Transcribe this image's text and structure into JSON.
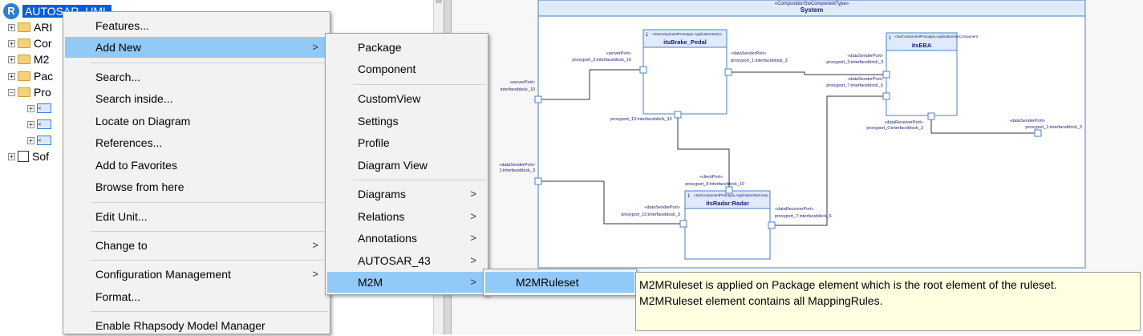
{
  "tree": {
    "root": "AUTOSAR_UML",
    "items": [
      {
        "label": "ARI"
      },
      {
        "label": "Cor"
      },
      {
        "label": "M2"
      },
      {
        "label": "Pac"
      },
      {
        "label": "Pro"
      },
      {
        "label": "Sof"
      }
    ],
    "sub_box_label": "«"
  },
  "main_menu": {
    "items": [
      {
        "label": "Features..."
      },
      {
        "label": "Add New",
        "submenu": true
      },
      {
        "label": "Search..."
      },
      {
        "label": "Search inside..."
      },
      {
        "label": "Locate on Diagram"
      },
      {
        "label": "References..."
      },
      {
        "label": "Add to Favorites"
      },
      {
        "label": "Browse from here"
      },
      {
        "label": "Edit Unit..."
      },
      {
        "label": "Change to",
        "submenu": true
      },
      {
        "label": "Configuration Management",
        "submenu": true
      },
      {
        "label": "Format..."
      },
      {
        "label": "Enable Rhapsody Model Manager"
      }
    ]
  },
  "add_new_menu": {
    "items": [
      {
        "label": "Package"
      },
      {
        "label": "Component"
      },
      {
        "label": "CustomView"
      },
      {
        "label": "Settings"
      },
      {
        "label": "Profile"
      },
      {
        "label": "Diagram View"
      },
      {
        "label": "Diagrams",
        "submenu": true
      },
      {
        "label": "Relations",
        "submenu": true
      },
      {
        "label": "Annotations",
        "submenu": true
      },
      {
        "label": "AUTOSAR_43",
        "submenu": true
      },
      {
        "label": "M2M",
        "submenu": true
      }
    ]
  },
  "m2m_menu": {
    "items": [
      {
        "label": "M2MRuleset"
      }
    ]
  },
  "tooltip": {
    "line1": "M2MRuleset is applied on Package element which is the root element of the ruleset.",
    "line2": "M2MRuleset element contains all MappingRules."
  },
  "diagram": {
    "system_stereotype": "«CompositionSwComponentType»",
    "system_name": "System",
    "parts": [
      {
        "index": "1",
        "stereotype": "«SwComponentPrototype,ApplicationSwCo",
        "name": "itsBrake_Pedal"
      },
      {
        "index": "1",
        "stereotype": "«SwComponentPrototype,ApplicationSwComponent",
        "name": "itsEBA"
      },
      {
        "index": "1",
        "stereotype": "«SwComponentPrototype,ApplicationSwComp",
        "name": "itsRadar:Radar"
      }
    ],
    "port_labels": [
      {
        "stereo": "«serverPort»",
        "name": "proxyport_3:interfaceblock_10"
      },
      {
        "stereo": "«dataSenderPort»",
        "name": "proxyport_1:interfaceblock_3"
      },
      {
        "stereo": "«dataSenderPort»",
        "name": "proxyport_3:interfaceblock_3"
      },
      {
        "stereo": "«dataSenderPort»",
        "name": "proxyport_7:interfaceblock_6"
      },
      {
        "stereo": "«serverPort»",
        "name": "interfaceblock_10"
      },
      {
        "stereo": "",
        "name": "proxyport_13:interfaceblock_10"
      },
      {
        "stereo": "«dataReceiverPort»",
        "name": "proxyport_0:interfaceblock_3"
      },
      {
        "stereo": "«dataSenderPort»",
        "name": "proxyport_1:interfaceblock_3"
      },
      {
        "stereo": "«dataSenderPort»",
        "name": "1:interfaceblock_3"
      },
      {
        "stereo": "«clientPort»",
        "name": "proxyport_8:interfaceblock_10"
      },
      {
        "stereo": "«dataSenderPort»",
        "name": "proxyport_10:interfaceblock_3"
      },
      {
        "stereo": "«dataReceiverPort»",
        "name": "proxyport_7:interfaceblock_6"
      }
    ]
  }
}
